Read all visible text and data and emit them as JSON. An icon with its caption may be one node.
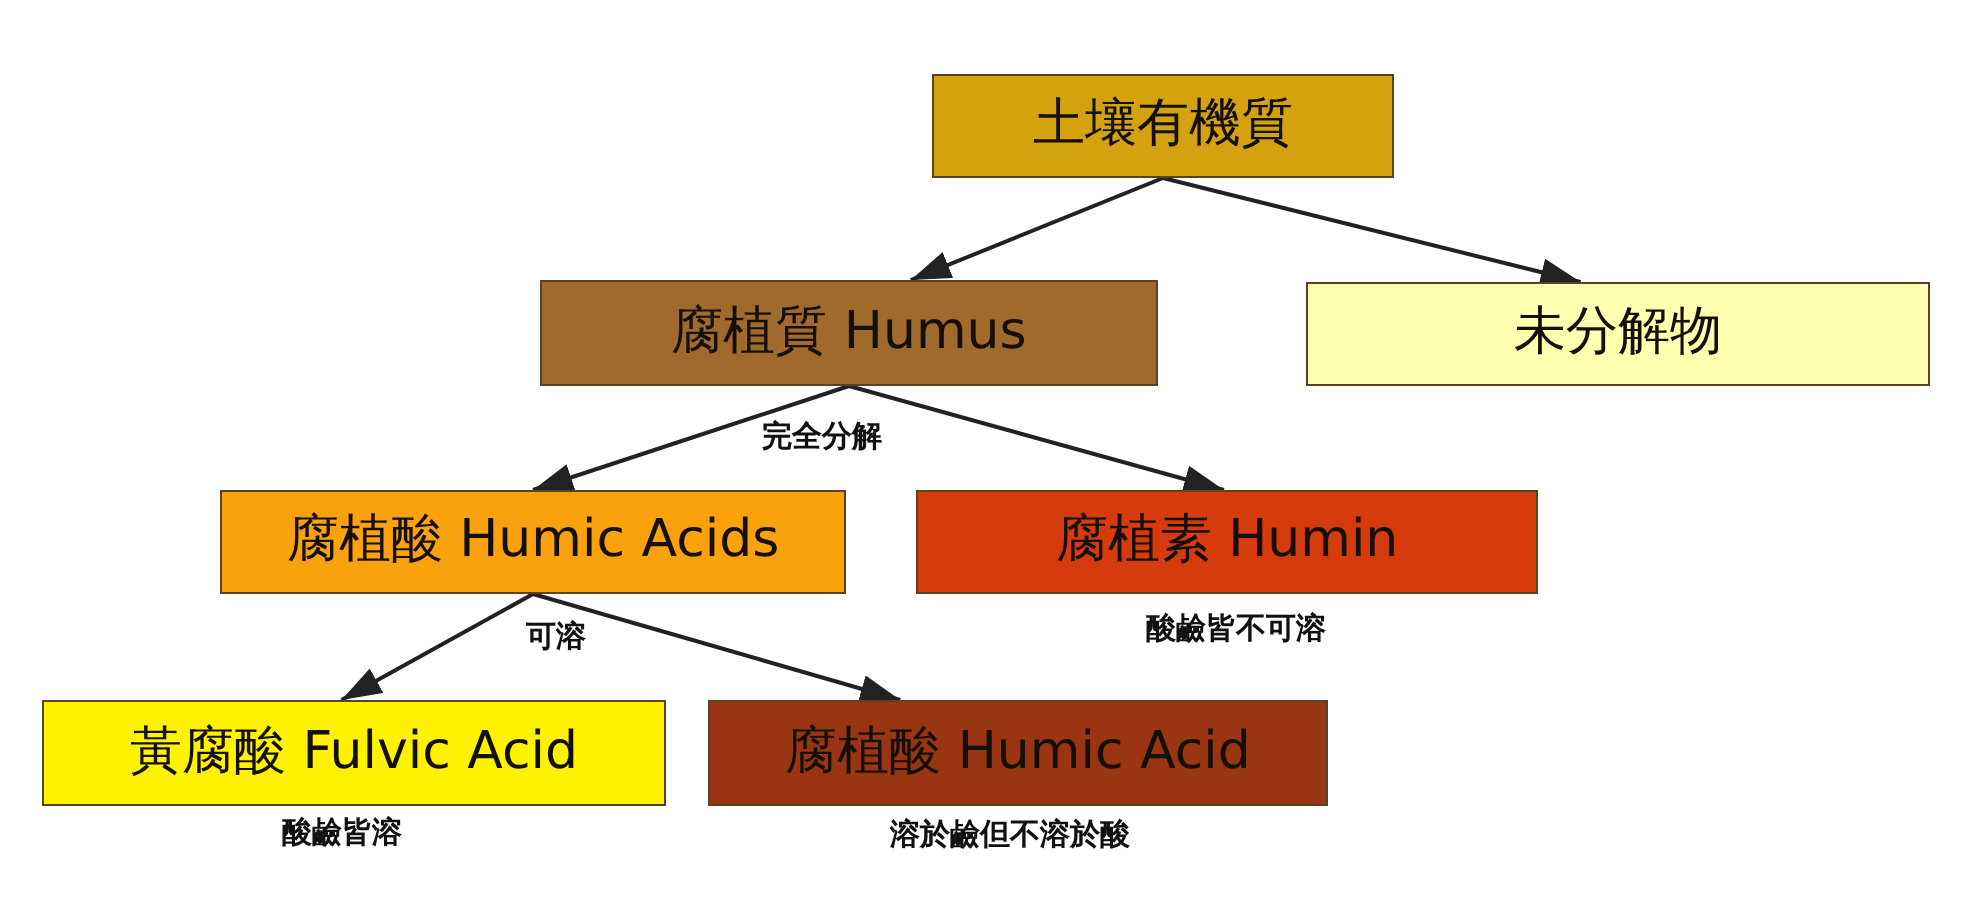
{
  "diagram": {
    "nodes": [
      {
        "text": [
          "土壤有機質"
        ]
      },
      {
        "text": [
          "腐植質 Humus"
        ],
        "beside": [
          "完全分解"
        ]
      },
      {
        "text": [
          "未分解物"
        ]
      },
      {
        "text": [
          "腐植酸 Humic Acids"
        ],
        "beside": [
          "可溶"
        ]
      },
      {
        "text": [
          "腐植素 Humin"
        ],
        "beside": [
          "酸鹼皆不可溶"
        ]
      },
      {
        "text": [
          "黃腐酸 Fulvic Acid"
        ],
        "beside": [
          "酸鹼皆溶"
        ]
      },
      {
        "text": [
          "腐植酸 Humic Acid"
        ],
        "beside": [
          "溶於鹼但不溶於酸"
        ]
      }
    ],
    "edges": [
      {
        "from": 0,
        "to": 1,
        "arrow": "to"
      },
      {
        "from": 0,
        "to": 2,
        "arrow": "to"
      },
      {
        "from": 1,
        "to": 3,
        "arrow": "to"
      },
      {
        "from": 1,
        "to": 4,
        "arrow": "to"
      },
      {
        "from": 3,
        "to": 5,
        "arrow": "to"
      },
      {
        "from": 3,
        "to": 6,
        "arrow": "to"
      }
    ]
  }
}
